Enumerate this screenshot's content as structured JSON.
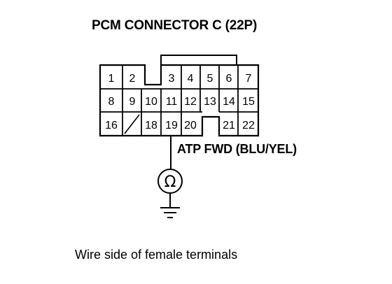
{
  "title": "PCM CONNECTOR C (22P)",
  "wire_label": "ATP FWD (BLU/YEL)",
  "caption": "Wire side of female terminals",
  "ohmmeter_symbol": "Ω",
  "connector": {
    "rows": [
      [
        "1",
        "2",
        "",
        "3",
        "4",
        "5",
        "6",
        "7"
      ],
      [
        "8",
        "9",
        "10",
        "11",
        "12",
        "13",
        "14",
        "15"
      ],
      [
        "16",
        "",
        "18",
        "19",
        "20",
        "",
        "21",
        "22"
      ]
    ],
    "probe_terminal": "19"
  }
}
